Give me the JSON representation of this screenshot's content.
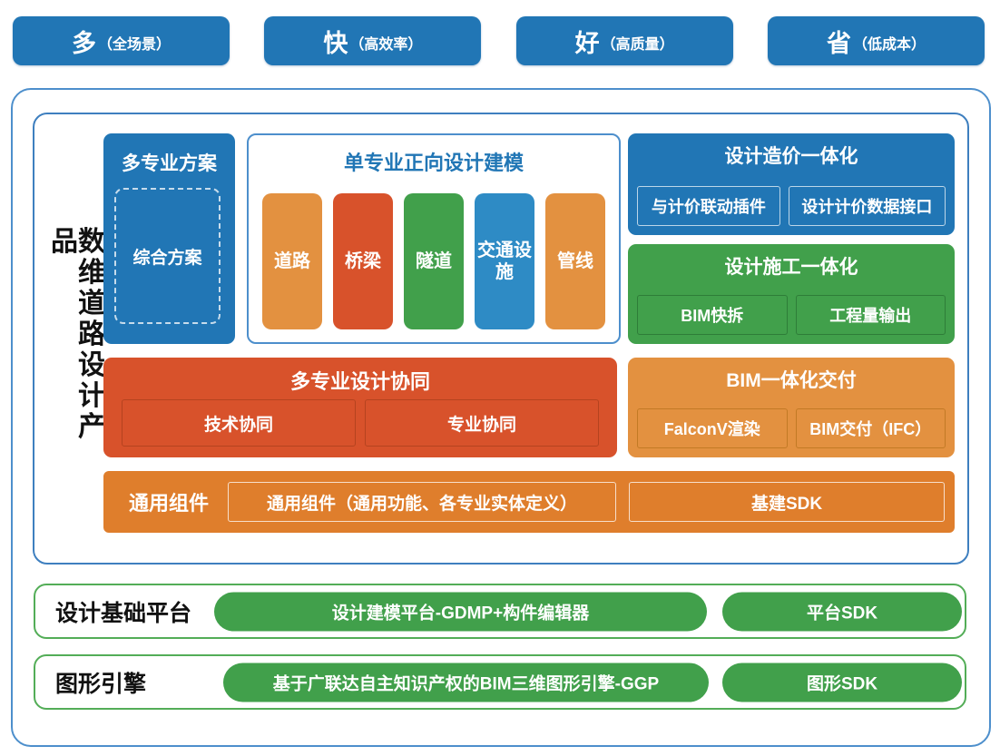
{
  "badges": [
    {
      "main": "多",
      "sub": "（全场景）"
    },
    {
      "main": "快",
      "sub": "（高效率）"
    },
    {
      "main": "好",
      "sub": "（高质量）"
    },
    {
      "main": "省",
      "sub": "（低成本）"
    }
  ],
  "product": {
    "side_label": "数维道路设计产品",
    "multi_scheme": {
      "title": "多专业方案",
      "item": "综合方案"
    },
    "modeling": {
      "title": "单专业正向设计建模",
      "items": [
        {
          "label": "道路",
          "color": "#E39140"
        },
        {
          "label": "桥梁",
          "color": "#D8522B"
        },
        {
          "label": "隧道",
          "color": "#41A04B"
        },
        {
          "label": "交通设施",
          "color": "#2E8BC5"
        },
        {
          "label": "管线",
          "color": "#E39140"
        }
      ]
    },
    "cost": {
      "title": "设计造价一体化",
      "item1": "与计价联动插件",
      "item2": "设计计价数据接口"
    },
    "construction": {
      "title": "设计施工一体化",
      "item1": "BIM快拆",
      "item2": "工程量输出"
    },
    "collaboration": {
      "title": "多专业设计协同",
      "item1": "技术协同",
      "item2": "专业协同"
    },
    "delivery": {
      "title": "BIM一体化交付",
      "item1": "FalconV渲染",
      "item2": "BIM交付（IFC）"
    },
    "common": {
      "title": "通用组件",
      "item1": "通用组件（通用功能、各专业实体定义）",
      "item2": "基建SDK"
    }
  },
  "platform": {
    "label": "设计基础平台",
    "pill1": "设计建模平台-GDMP+构件编辑器",
    "pill2": "平台SDK"
  },
  "engine": {
    "label": "图形引擎",
    "pill1": "基于广联达自主知识产权的BIM三维图形引擎-GGP",
    "pill2": "图形SDK"
  },
  "colors": {
    "blue": "#2176B5",
    "light_blue": "#2E8BC5",
    "orange": "#E39140",
    "red": "#D8522B",
    "green": "#41A04B",
    "dark_orange_row": "#DF7E2C",
    "frame_border_blue": "#4D8FCC",
    "row_border_green": "#53AD57",
    "text_black": "#111111",
    "text_white": "#FFFFFF"
  }
}
